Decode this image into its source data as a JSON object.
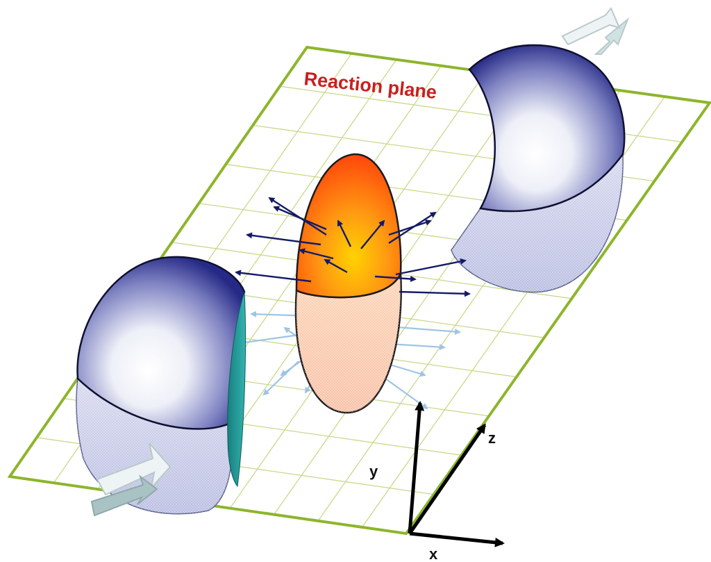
{
  "labels": {
    "reaction_plane": "Reaction plane"
  },
  "axes": {
    "x": "x",
    "y": "y",
    "z": "z"
  },
  "colors": {
    "plane_frame": "#8db52c",
    "grid_line": "#c9d98a",
    "nucleus_dark": "#262a86",
    "fireball_hot": "#ff5a10",
    "fireball_core": "#ffc800",
    "outflow_arrow": "#141a66",
    "inplane_arrow": "#9ec4e6",
    "beam_arrow": "#b9c9c9",
    "cut_face": "#1f9c9a"
  },
  "icons": {
    "beam_left": "beam-direction-arrow",
    "beam_right": "beam-direction-arrow"
  }
}
